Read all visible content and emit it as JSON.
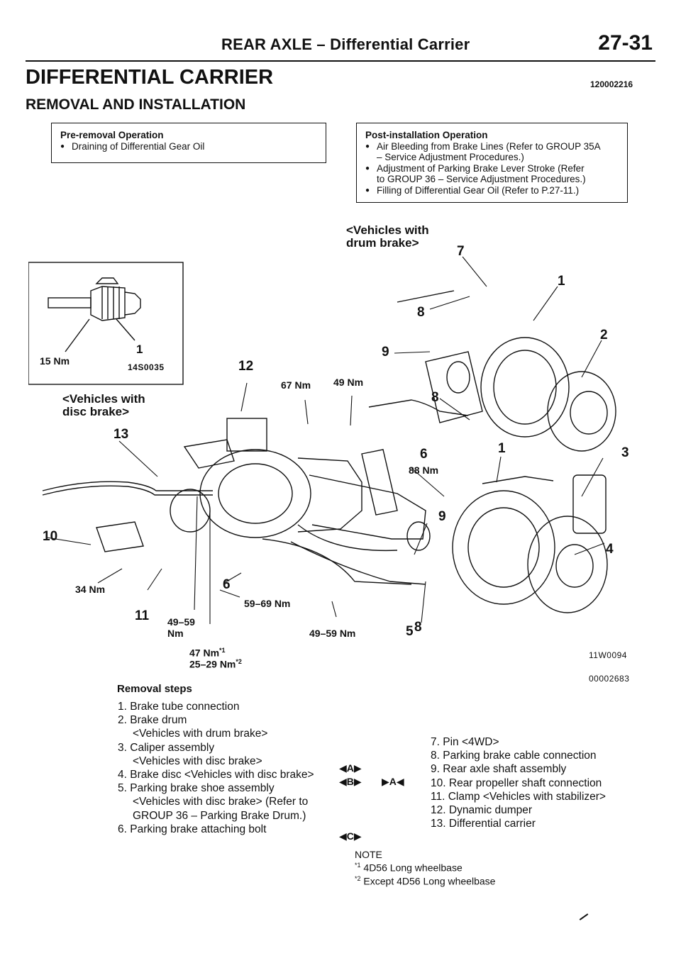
{
  "header": {
    "section": "REAR AXLE",
    "separator": "–",
    "subsection": "Differential Carrier",
    "page_number": "27-31"
  },
  "title": "DIFFERENTIAL CARRIER",
  "doc_number": "120002216",
  "subtitle": "REMOVAL AND INSTALLATION",
  "pre_removal": {
    "title": "Pre-removal Operation",
    "items": [
      "Draining of Differential Gear Oil"
    ]
  },
  "post_installation": {
    "title": "Post-installation Operation",
    "items": [
      {
        "line1": "Air Bleeding from Brake Lines (Refer to GROUP 35A",
        "line2": "– Service Adjustment Procedures.)"
      },
      {
        "line1": "Adjustment of Parking Brake Lever Stroke (Refer",
        "line2": "to GROUP 36 – Service Adjustment Procedures.)"
      },
      {
        "line1": "Filling of Differential Gear Oil (Refer to P.27-11.)",
        "line2": ""
      }
    ]
  },
  "diagram": {
    "drum_label_1": "<Vehicles with",
    "drum_label_2": "drum brake>",
    "disc_label_1": "<Vehicles with",
    "disc_label_2": "disc brake>",
    "inset_torque": "15 Nm",
    "inset_part": "1",
    "inset_code": "14S0035",
    "torques": {
      "t67": "67 Nm",
      "t49": "49 Nm",
      "t88": "88 Nm",
      "t34": "34 Nm",
      "t5969": "59–69 Nm",
      "t4959a": "49–59",
      "t4959a_unit": "Nm",
      "t4959b": "49–59 Nm",
      "t47": "47 Nm",
      "t47_sup": "*1",
      "t2529": "25–29 Nm",
      "t2529_sup": "*2"
    },
    "parts": {
      "p1a": "1",
      "p1b": "1",
      "p2": "2",
      "p3": "3",
      "p4": "4",
      "p5": "5",
      "p6a": "6",
      "p6b": "6",
      "p7": "7",
      "p8a": "8",
      "p8b": "8",
      "p8c": "8",
      "p9a": "9",
      "p9b": "9",
      "p10": "10",
      "p11": "11",
      "p12": "12",
      "p13": "13"
    },
    "code_1": "11W0094",
    "code_2": "00002683"
  },
  "removal_steps": {
    "title": "Removal steps",
    "left": [
      {
        "num": "1.",
        "text": "Brake tube connection",
        "sub": ""
      },
      {
        "num": "2.",
        "text": "Brake drum",
        "sub": "<Vehicles with drum brake>"
      },
      {
        "num": "3.",
        "text": "Caliper assembly",
        "sub": "<Vehicles with disc brake>"
      },
      {
        "num": "4.",
        "text": "Brake disc <Vehicles with disc brake>",
        "sub": ""
      },
      {
        "num": "5.",
        "text": "Parking brake shoe assembly",
        "sub": "<Vehicles with disc brake> (Refer to",
        "sub2": "GROUP 36 – Parking Brake Drum.)"
      },
      {
        "num": "6.",
        "text": "Parking brake attaching bolt",
        "sub": ""
      }
    ],
    "right": [
      {
        "num": "7.",
        "text": "Pin <4WD>"
      },
      {
        "num": "8.",
        "text": "Parking brake cable connection"
      },
      {
        "num": "9.",
        "text": "Rear axle shaft assembly"
      },
      {
        "num": "10.",
        "text": "Rear propeller shaft connection"
      },
      {
        "num": "11.",
        "text": "Clamp <Vehicles with stabilizer>"
      },
      {
        "num": "12.",
        "text": "Dynamic dumper"
      },
      {
        "num": "13.",
        "text": "Differential carrier"
      }
    ],
    "markers": {
      "a": "◀A▶",
      "b": "◀B▶",
      "b_install": "▶A◀",
      "c": "◀C▶"
    }
  },
  "note": {
    "title": "NOTE",
    "items": [
      {
        "mark": "*1",
        "text": "4D56 Long wheelbase"
      },
      {
        "mark": "*2",
        "text": "Except 4D56 Long wheelbase"
      }
    ]
  }
}
